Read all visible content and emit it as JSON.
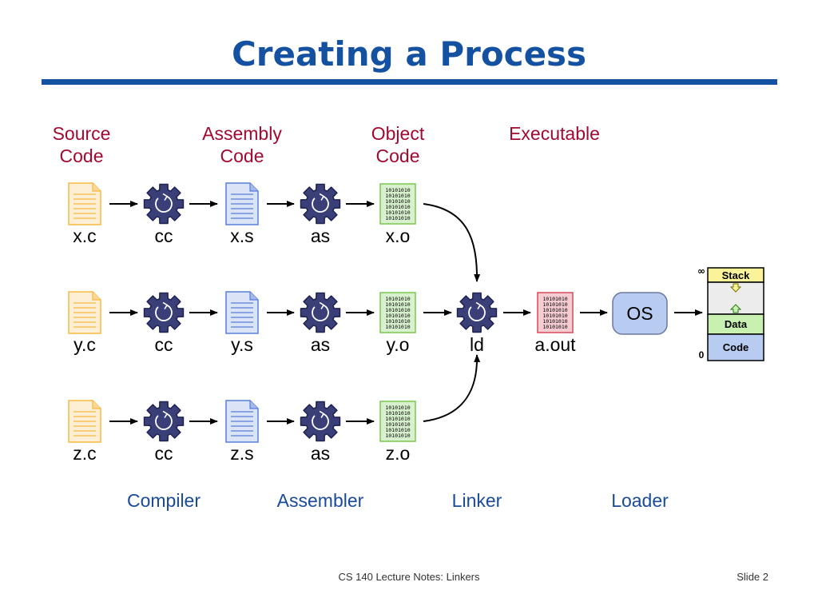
{
  "slide": {
    "title": "Creating a Process",
    "footer": "CS 140 Lecture Notes: Linkers",
    "slide_number": "Slide 2"
  },
  "columns": {
    "source": "Source\nCode",
    "assembly": "Assembly\nCode",
    "object": "Object\nCode",
    "executable": "Executable"
  },
  "rows": [
    {
      "source": "x.c",
      "compiler": "cc",
      "assembly": "x.s",
      "assembler": "as",
      "object": "x.o"
    },
    {
      "source": "y.c",
      "compiler": "cc",
      "assembly": "y.s",
      "assembler": "as",
      "object": "y.o"
    },
    {
      "source": "z.c",
      "compiler": "cc",
      "assembly": "z.s",
      "assembler": "as",
      "object": "z.o"
    }
  ],
  "linker": {
    "label": "ld"
  },
  "executable": {
    "label": "a.out"
  },
  "os": {
    "label": "OS"
  },
  "memory": {
    "top_label": "∞",
    "bottom_label": "0",
    "stack": "Stack",
    "data": "Data",
    "code": "Code"
  },
  "binary_text": "10101010",
  "phases": {
    "compiler": "Compiler",
    "assembler": "Assembler",
    "linker": "Linker",
    "loader": "Loader"
  },
  "colors": {
    "title": "#1451a0",
    "column_header": "#a00a30",
    "phase_label": "#1a4a9a",
    "source_file": "#f7b840",
    "assembly_file": "#5a7fd8",
    "object_file": "#78c850",
    "executable_file": "#d84a5a",
    "gear": "#3a3f78",
    "os_box": "#b8cbf0",
    "stack": "#fbf39a",
    "data": "#c8f0b0",
    "code": "#b8cbf0"
  }
}
